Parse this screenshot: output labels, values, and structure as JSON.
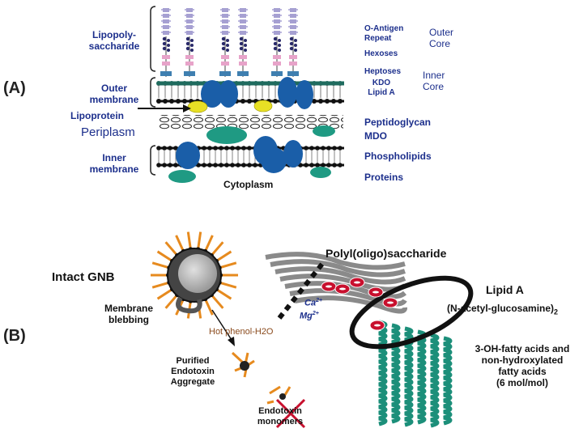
{
  "panel_a": {
    "panel_label": "(A)",
    "left_labels": {
      "lps": "Lipopoly-\nsaccharide",
      "outer_membrane": "Outer\nmembrane",
      "lipoprotein": "Lipoprotein",
      "periplasm": "Periplasm",
      "inner_membrane": "Inner\nmembrane"
    },
    "bottom_label": "Cytoplasm",
    "right_labels": {
      "o_antigen": "O-Antigen\nRepeat",
      "hexoses": "Hexoses",
      "heptoses": "Heptoses",
      "kdo_lipid_a": "KDO\nLipid A",
      "outer_core": "Outer\nCore",
      "inner_core": "Inner\nCore",
      "peptidoglycan": "Peptidoglycan",
      "mdo": "MDO",
      "phospholipids": "Phospholipids",
      "proteins": "Proteins"
    }
  },
  "panel_b": {
    "panel_label": "(B)",
    "intact_gnb": "Intact GNB",
    "membrane_blebbing": "Membrane\nblebbing",
    "hot_phenol": "Hot phenol-H2O",
    "purified": "Purified\nEndotoxin\nAggregate",
    "monomers": "Endotoxin\nmonomers",
    "polysaccharide": "Polyl(oligo)saccharide",
    "lipid_a": "Lipid A",
    "glucosamine_base": "(N-acetyl-glucosamine)",
    "glucosamine_sub": "2",
    "cations": [
      "Ca",
      "Mg"
    ],
    "cation_charge": "2+",
    "fatty_acids": "3-OH-fatty acids and\nnon-hydroxylated\nfatty acids\n(6 mol/mol)"
  },
  "colors": {
    "label_blue": "#1c2f8c",
    "protein_blue": "#1a5ea8",
    "protein_green": "#1f9a83",
    "lipoprotein_yellow": "#e8e025",
    "lps_lavender": "#a6a0d2",
    "lps_pink": "#e7a3c9",
    "orange_chain": "#e68a1e",
    "red_ring": "#c8102e",
    "fatty_teal": "#1c8f7a",
    "gray_sugar": "#8a8a8a"
  }
}
